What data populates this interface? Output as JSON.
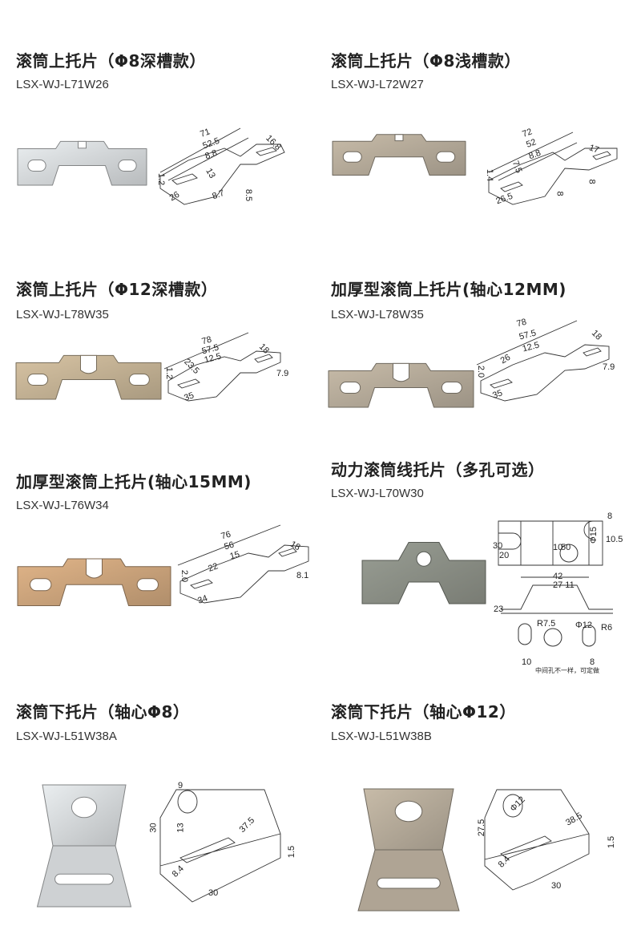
{
  "products": [
    {
      "title": "滚筒上托片（Φ8深槽款）",
      "code": "LSX-WJ-L71W26",
      "finish": "silver",
      "dims": [
        "71",
        "52.5",
        "8.8",
        "13",
        "16.8",
        "1.2",
        "26",
        "8.7",
        "8.5"
      ]
    },
    {
      "title": "滚筒上托片（Φ8浅槽款）",
      "code": "LSX-WJ-L72W27",
      "finish": "steel",
      "dims": [
        "72",
        "52",
        "8.8",
        "7.5",
        "17",
        "1.4",
        "26.5",
        "8",
        "8"
      ]
    },
    {
      "title": "滚筒上托片（Φ12深槽款）",
      "code": "LSX-WJ-L78W35",
      "finish": "bronze",
      "dims": [
        "78",
        "57.5",
        "12.5",
        "23.5",
        "18",
        "7.9",
        "1.2",
        "35"
      ]
    },
    {
      "title": "加厚型滚筒上托片(轴心12MM)",
      "code": "LSX-WJ-L78W35",
      "finish": "steel",
      "dims": [
        "78",
        "57.5",
        "12.5",
        "26",
        "18",
        "7.9",
        "2.0",
        "35"
      ]
    },
    {
      "title": "加厚型滚筒上托片(轴心15MM)",
      "code": "LSX-WJ-L76W34",
      "finish": "copper",
      "dims": [
        "76",
        "56",
        "15",
        "22",
        "18",
        "8.1",
        "2.0",
        "34"
      ]
    },
    {
      "title": "动力滚筒线托片（多孔可选）",
      "code": "LSX-WJ-L70W30",
      "finish": "grey",
      "dims": [
        "8",
        "30",
        "20",
        "10",
        "50",
        "Φ15",
        "10.5",
        "42",
        "27 11",
        "23",
        "R7.5",
        "Φ12",
        "R6",
        "10",
        "8"
      ],
      "note": "中间孔不一样，可定做"
    },
    {
      "title": "滚筒下托片（轴心Φ8）",
      "code": "LSX-WJ-L51W38A",
      "finish": "silver",
      "dims": [
        "9",
        "30",
        "13",
        "37.5",
        "1.5",
        "8.4",
        "30"
      ]
    },
    {
      "title": "滚筒下托片（轴心Φ12）",
      "code": "LSX-WJ-L51W38B",
      "finish": "steel",
      "dims": [
        "Φ12",
        "38.5",
        "27.5",
        "1.5",
        "8.4",
        "30"
      ]
    }
  ],
  "colors": {
    "silver": "#d9dcde",
    "steel": "#b8ad9c",
    "bronze": "#c7b597",
    "copper": "#cfa77e",
    "grey": "#8e9289"
  }
}
